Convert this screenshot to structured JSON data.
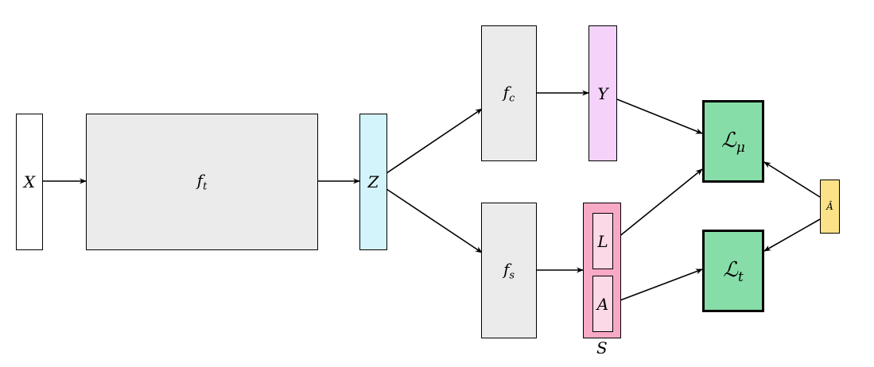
{
  "nodes": {
    "x": {
      "main": "X",
      "sub": "",
      "fill": "#ffffff"
    },
    "ft": {
      "main": "f",
      "sub": "t",
      "fill": "#ebebeb"
    },
    "z": {
      "main": "Z",
      "sub": "",
      "fill": "#d4f4fb"
    },
    "fc": {
      "main": "f",
      "sub": "c",
      "fill": "#ebebeb"
    },
    "fs": {
      "main": "f",
      "sub": "s",
      "fill": "#ebebeb"
    },
    "y": {
      "main": "Y",
      "sub": "",
      "fill": "#f4d2f9"
    },
    "s": {
      "main": "",
      "sub": "",
      "fill": "#f8a9c6"
    },
    "l": {
      "main": "L",
      "sub": "",
      "fill": "#fcd9e6"
    },
    "a": {
      "main": "A",
      "sub": "",
      "fill": "#fcd9e6"
    },
    "loss_mu": {
      "main": "ℒ",
      "sub": "μ",
      "fill": "#87dda8"
    },
    "loss_t": {
      "main": "ℒ",
      "sub": "t",
      "fill": "#87dda8"
    },
    "a_hat": {
      "main": "Â",
      "sub": "",
      "fill": "#fbe287"
    }
  },
  "s_caption": "S"
}
